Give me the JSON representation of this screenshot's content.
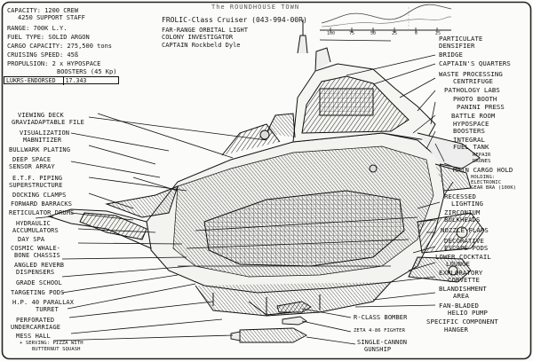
{
  "specs": {
    "lines": [
      "CAPACITY: 1200 CREW",
      "4250 SUPPORT STAFF",
      "RANGE: 700K L.Y.",
      "FUEL TYPE: SOLID ARGON",
      "CARGO CAPACITY: 275,500 tons",
      "CRUISING SPEED: 45ß",
      "PROPULSION: 2 x HYPOSPACE",
      "BOOSTERS (45 Kp)"
    ],
    "endorsement": "LUKRS-ENDORSED",
    "endorsement_code": "17.343"
  },
  "title": {
    "banner": "The ROUNDHOUSE TOWN",
    "class_line": "FROLIC-Class Cruiser (043-994-00R)",
    "role1": "FAR-RANGE ORBITAL LIGHT",
    "role2": "COLONY INVESTIGATOR",
    "captain": "CAPTAIN Rockbeld Dyle"
  },
  "graph": {
    "ticks": [
      "100",
      "75",
      "50",
      "25",
      "0",
      "25"
    ]
  },
  "labels_left": [
    "VIEWING DECK",
    "GRAVIADAPTABLE FILE",
    "VISUALIZATION",
    "MABNITIZER",
    "BULLWARK PLATING",
    "DEEP SPACE",
    "SENSOR ARRAY",
    "E.T.F. PIPING",
    "SUPERSTRUCTURE",
    "DOCKING CLAMPS",
    "FORWARD BARRACKS",
    "RETICULATOR DRUMS",
    "HYDRAULIC",
    "ACCUMULATORS",
    "DAY SPA",
    "COSMIC WHALE-",
    "BONE CHASSIS",
    "ANGLED REVERB",
    "DISPENSERS",
    "GRADE SCHOOL",
    "TARGETING PODS",
    "H.P. 40 PARALLAX",
    "TURRET",
    "PERFORATED",
    "UNDERCARRIAGE",
    "MESS HALL",
    "+ SERVING: PIZZA WITH",
    "BUTTERNUT SQUASH"
  ],
  "labels_right": [
    "PARTICULATE",
    "DENSIFIER",
    "BRIDGE",
    "CAPTAIN'S QUARTERS",
    "WASTE PROCESSING",
    "CENTRIFUGE",
    "PATHOLOGY LABS",
    "PHOTO BOOTH",
    "PANINI PRESS",
    "BATTLE ROOM",
    "HYPOSPACE",
    "BOOSTERS",
    "INTEGRAL",
    "FUEL TANK",
    "REPAIR",
    "DRONES",
    "MAIN CARGO HOLD",
    "HOLDING:",
    "ELECTRONIC",
    "GEAR BRA (100K)",
    "RECESSED",
    "LIGHTING",
    "ZIRCONIUM",
    "BULKHEADS",
    "NOZZLE FLAPS",
    "DECORATIVE",
    "ESCAPE PODS",
    "LOWER COCKTAIL",
    "LOUNGE",
    "EXPLORATORY",
    "CORVETTE",
    "BLANDISHMENT",
    "AREA",
    "FAN-BLADED",
    "HELIO PUMP",
    "SPECIFIC COMPONENT",
    "HANGER"
  ],
  "labels_bottom": [
    "R-CLASS BOMBER",
    "ZETA 4-86 FIGHTER",
    "SINGLE-CANNON",
    "GUNSHIP"
  ]
}
